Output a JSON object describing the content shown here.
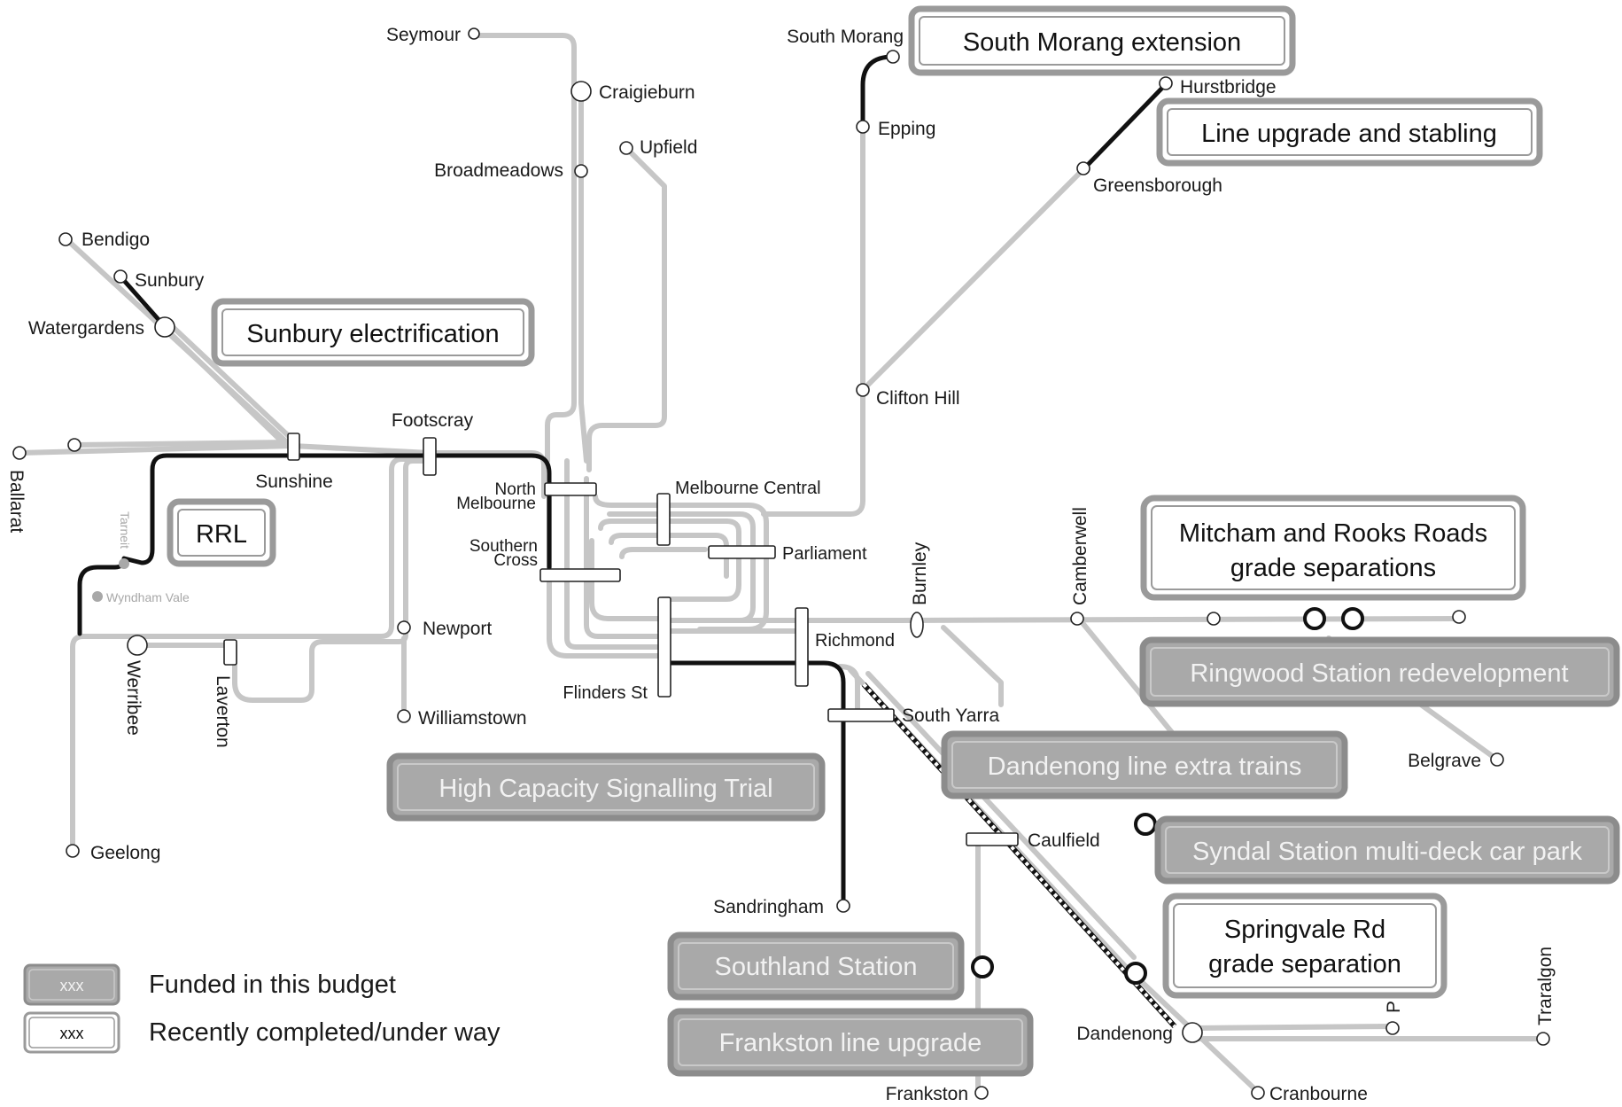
{
  "stations": {
    "seymour": "Seymour",
    "craigieburn": "Craigieburn",
    "upfield": "Upfield",
    "broadmeadows": "Broadmeadows",
    "bendigo": "Bendigo",
    "sunbury": "Sunbury",
    "watergardens": "Watergardens",
    "footscray": "Footscray",
    "sunshine": "Sunshine",
    "ballarat": "Ballarat",
    "tarneit": "Tarneit",
    "wyndham_vale": "Wyndham Vale",
    "north_melbourne_1": "North",
    "north_melbourne_2": "Melbourne",
    "southern_cross_1": "Southern",
    "southern_cross_2": "Cross",
    "melbourne_central": "Melbourne Central",
    "parliament": "Parliament",
    "flinders_st": "Flinders St",
    "richmond": "Richmond",
    "burnley": "Burnley",
    "camberwell": "Camberwell",
    "newport": "Newport",
    "williamstown": "Williamstown",
    "werribee": "Werribee",
    "laverton": "Laverton",
    "geelong": "Geelong",
    "south_morang": "South Morang",
    "epping": "Epping",
    "hurstbridge": "Hurstbridge",
    "greensborough": "Greensborough",
    "clifton_hill": "Clifton Hill",
    "south_yarra": "South Yarra",
    "caulfield": "Caulfield",
    "sandringham": "Sandringham",
    "belgrave": "Belgrave",
    "dandenong": "Dandenong",
    "cranbourne": "Cranbourne",
    "frankston": "Frankston",
    "pakenham": "P",
    "traralgon": "Traralgon"
  },
  "projects": {
    "south_morang": "South Morang extension",
    "hurstbridge": "Line upgrade and stabling",
    "sunbury": "Sunbury electrification",
    "rrl": "RRL",
    "mitcham_1": "Mitcham and Rooks Roads",
    "mitcham_2": "grade separations",
    "ringwood": "Ringwood Station redevelopment",
    "dandenong": "Dandenong line extra trains",
    "syndal": "Syndal Station multi-deck car park",
    "springvale_1": "Springvale Rd",
    "springvale_2": "grade separation",
    "hcs": "High Capacity Signalling Trial",
    "southland": "Southland Station",
    "frankston": "Frankston line upgrade"
  },
  "legend": {
    "funded_key": "xxx",
    "funded_label": "Funded in this budget",
    "completed_key": "xxx",
    "completed_label": "Recently completed/under way"
  },
  "colors": {
    "existing_line": "#c6c6c6",
    "project_line": "#111111",
    "funded_fill": "#a9a9a9",
    "funded_border": "#8c8c8c",
    "completed_border": "#9a9a9a",
    "funded_text": "#f2f2f2",
    "completed_text": "#111111"
  }
}
